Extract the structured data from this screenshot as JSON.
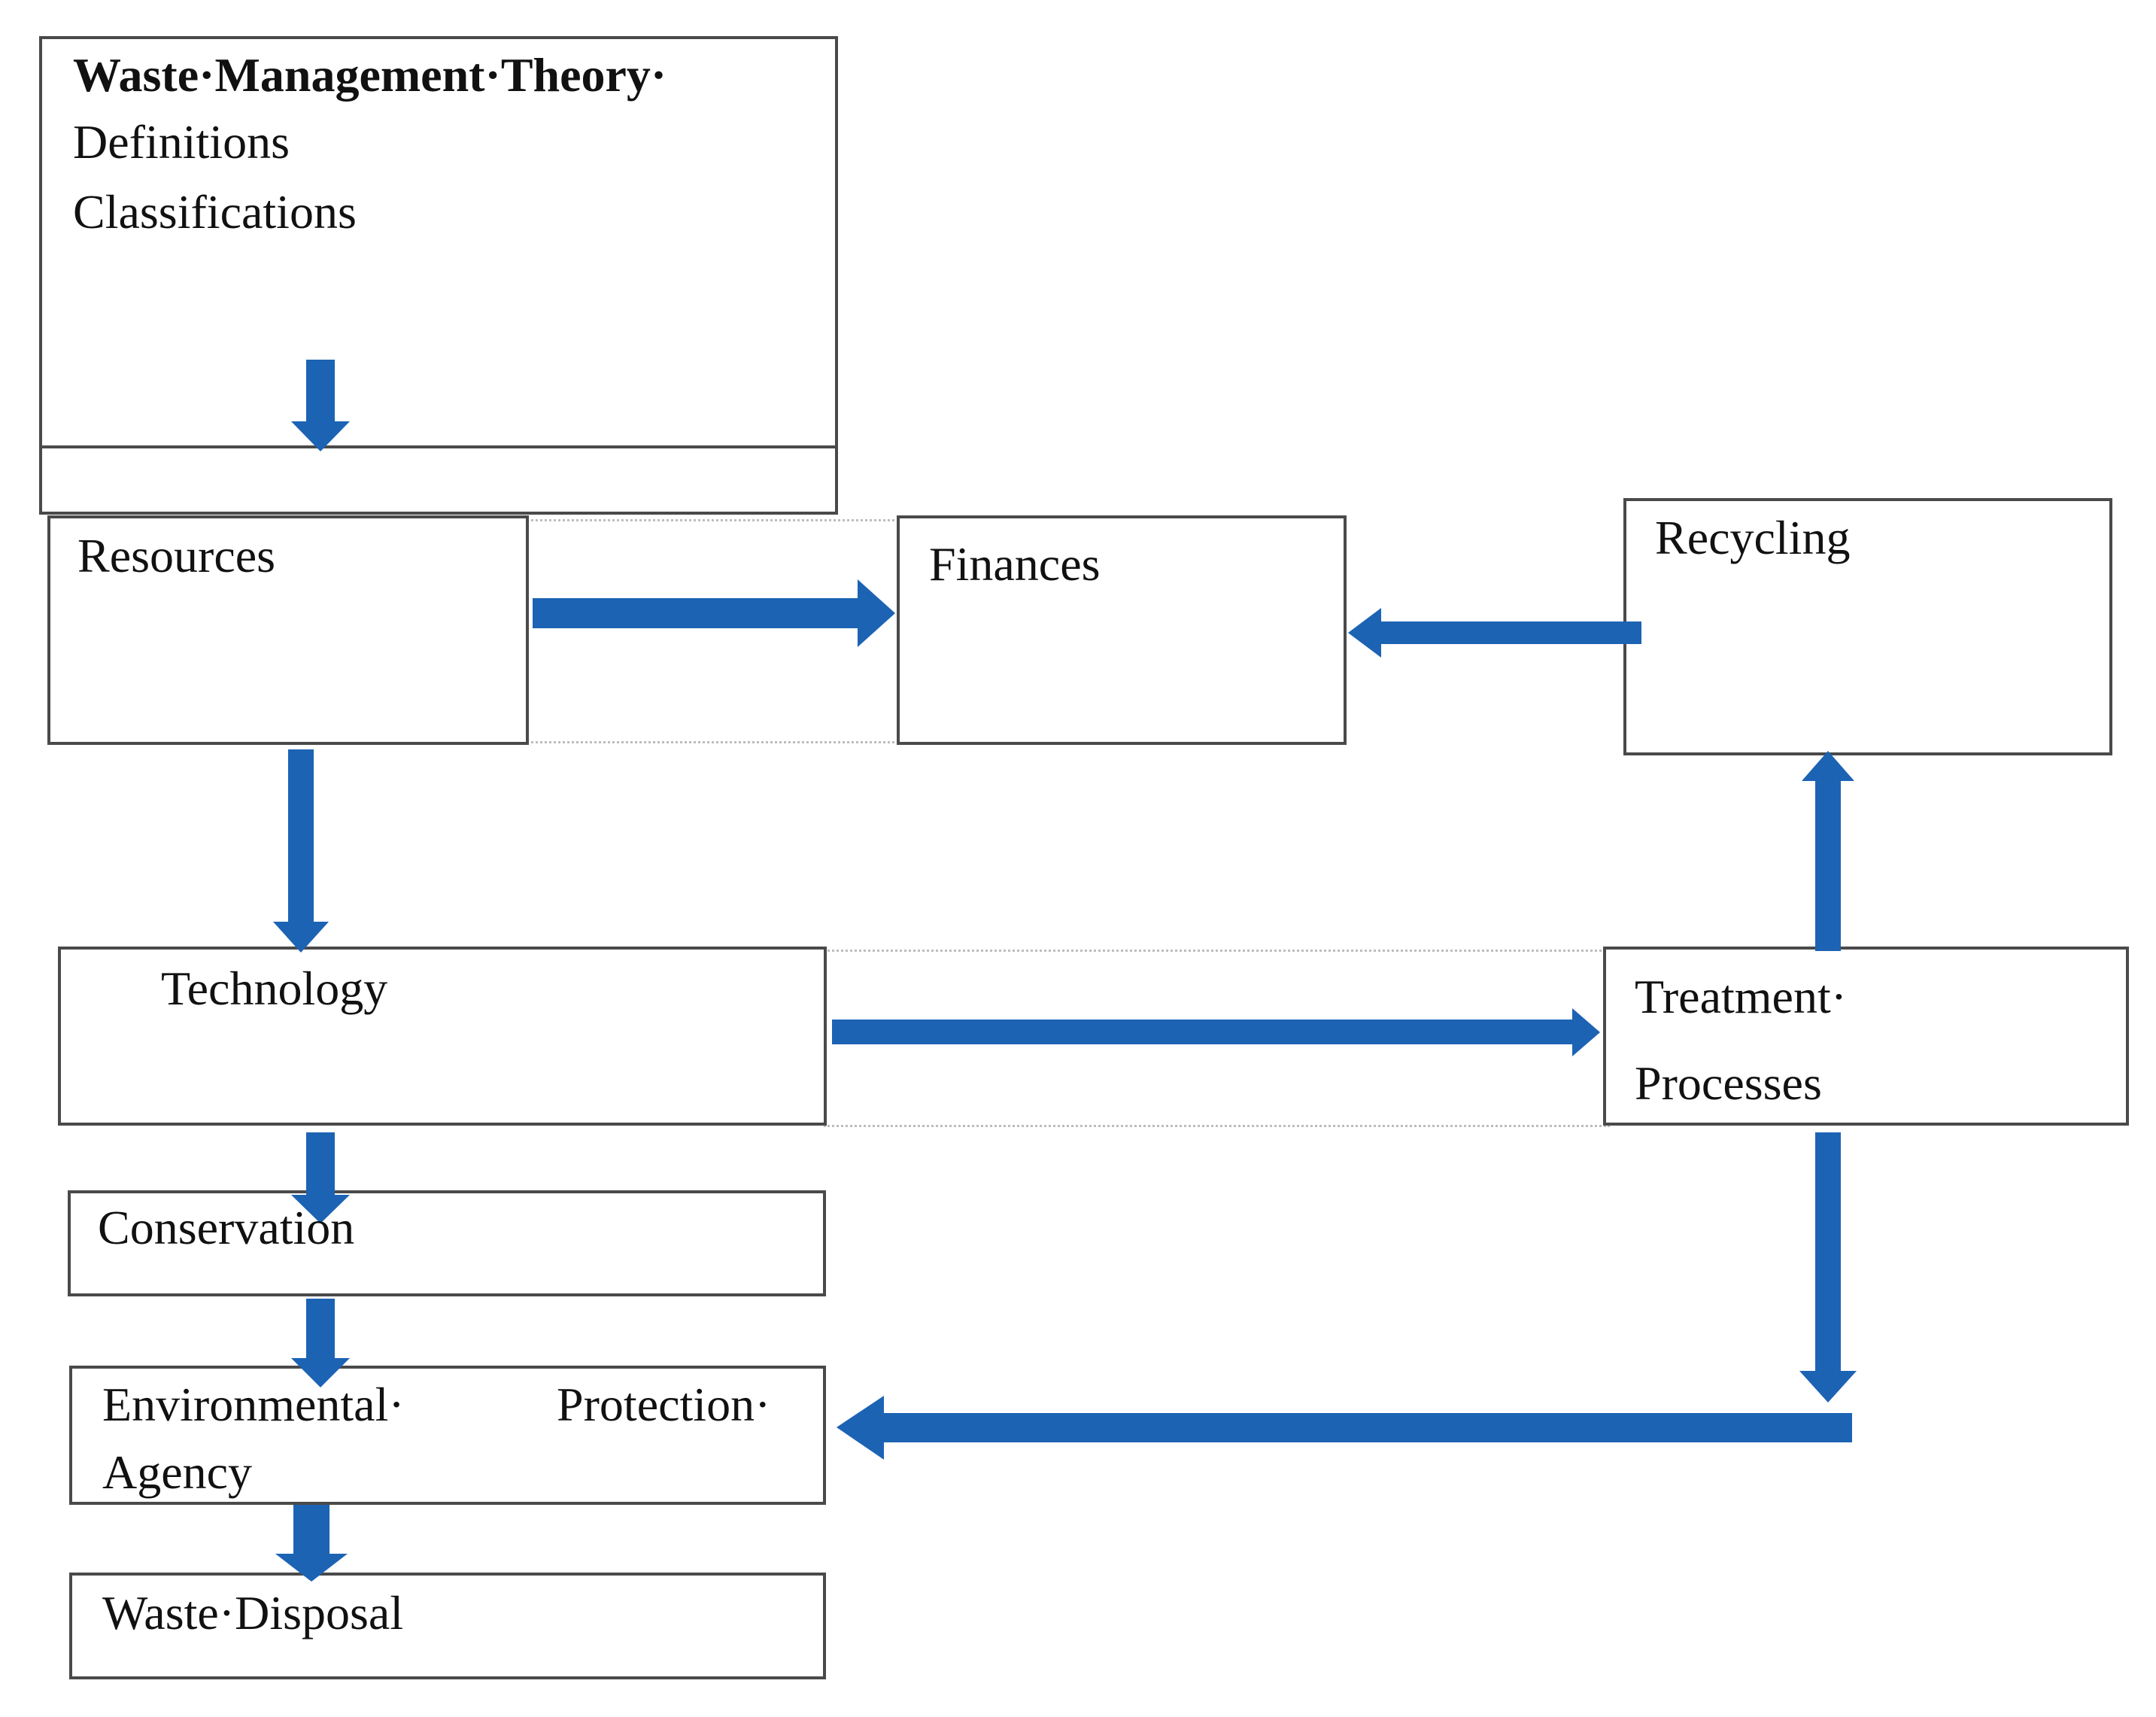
{
  "colors": {
    "arrow": "#1c63b4",
    "box_border": "#4a4a4a",
    "background": "#ffffff"
  },
  "boxes": {
    "theory": {
      "title": "Waste·Management·Theory·",
      "line1": "Definitions",
      "line2": "Classifications"
    },
    "resources": {
      "label": "Resources"
    },
    "finances": {
      "label": "Finances"
    },
    "recycling": {
      "label": "Recycling"
    },
    "technology": {
      "label": "Technology"
    },
    "treatment": {
      "line1": "Treatment·",
      "line2": "Processes"
    },
    "conservation": {
      "label": "Conservation"
    },
    "epa": {
      "word1": "Environmental·",
      "word2": "Protection·",
      "line2": "Agency"
    },
    "disposal": {
      "label": "Waste·Disposal"
    }
  }
}
